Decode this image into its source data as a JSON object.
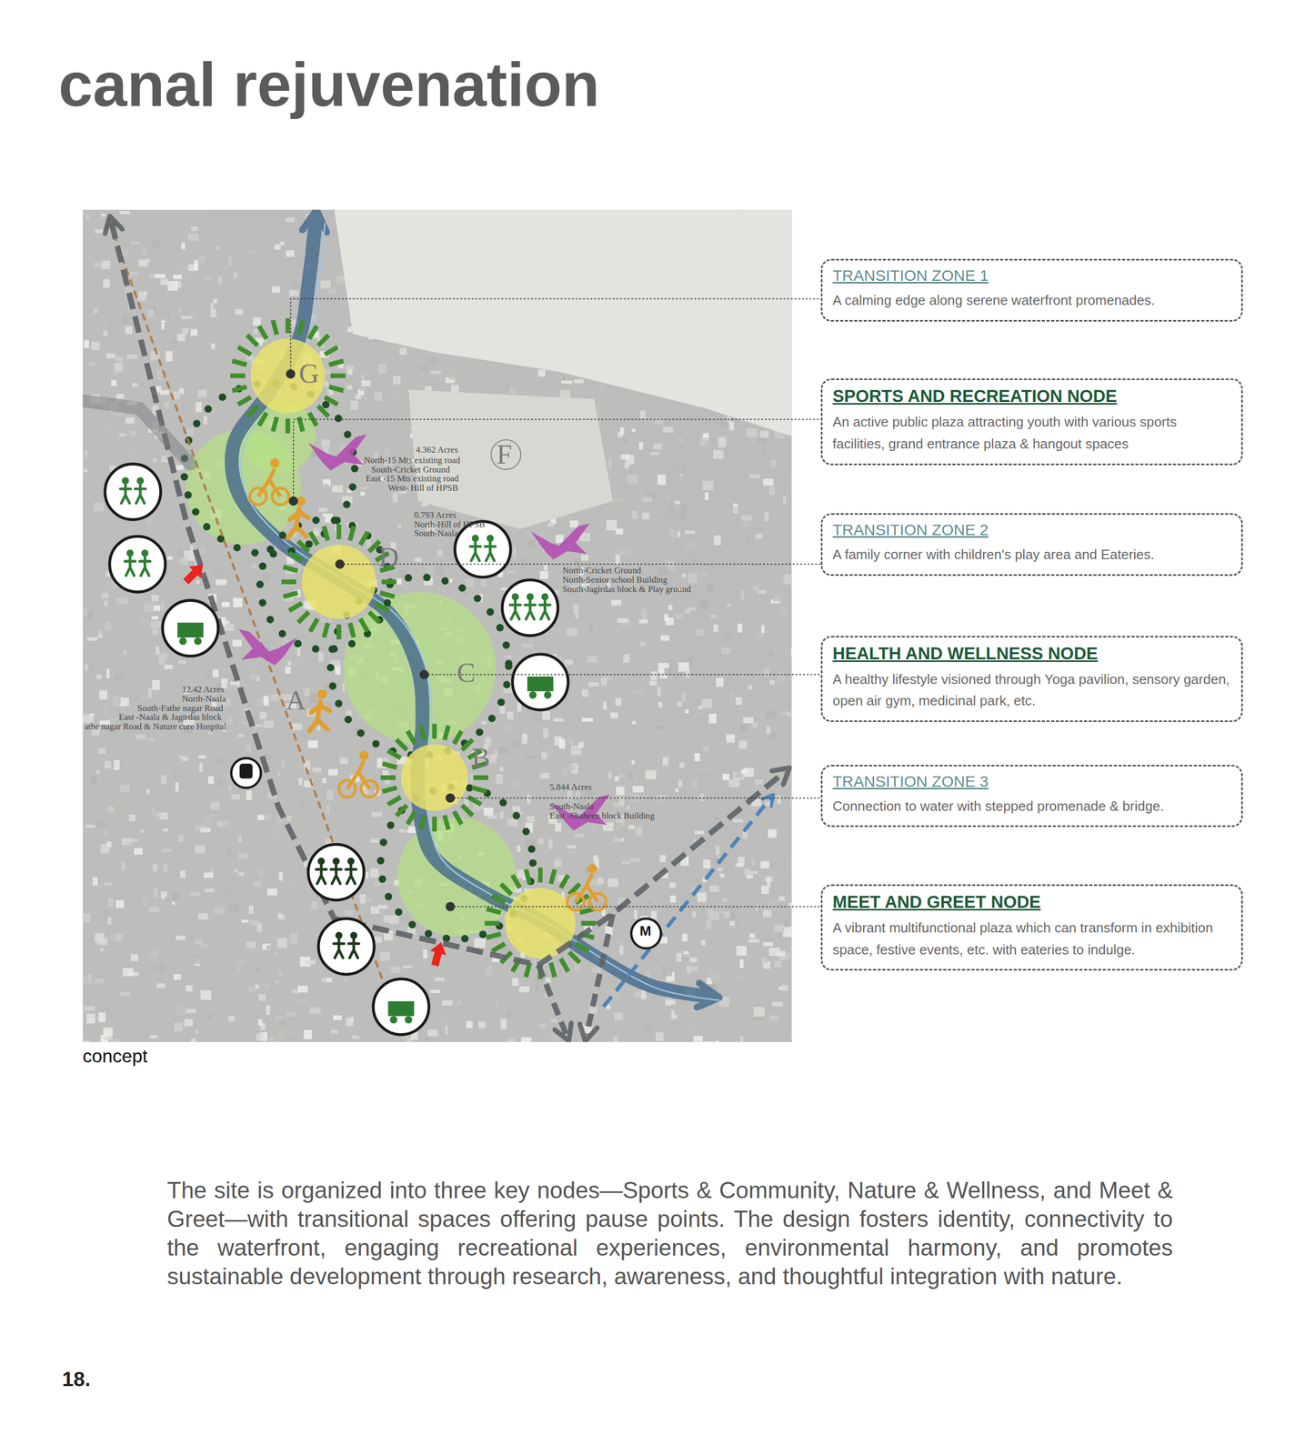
{
  "diagram": {
    "title": "canal rejuvenation",
    "caption": "The site is organized into three key nodes—Sports & Community, Nature & Wellness, and Meet & Greet—with transitional spaces offering pause points. The design fosters identity, connectivity to the waterfront, engaging recreational experiences, environmental harmony, and promotes sustainable development through research, awareness, and thoughtful integration with nature.",
    "nodes": [
      {
        "text": [
          "TRANSITION ZONE 1",
          "A calming edge along serene waterfront promenades."
        ]
      },
      {
        "text": [
          "SPORTS AND RECREATION NODE",
          "An active public plaza attracting youth with various sports facilities, grand entrance plaza & hangout spaces"
        ]
      },
      {
        "text": [
          "TRANSITION ZONE 2",
          "A family corner with children's play area and Eateries."
        ]
      },
      {
        "text": [
          "HEALTH AND WELLNESS NODE",
          "A healthy lifestyle visioned through Yoga pavilion, sensory garden, open air gym, medicinal park, etc."
        ]
      },
      {
        "text": [
          "TRANSITION ZONE 3",
          "Connection to water with stepped promenade & bridge."
        ]
      },
      {
        "text": [
          "MEET AND GREET NODE",
          "A vibrant multifunctional plaza which can transform in exhibition space, festive events, etc. with eateries to indulge."
        ]
      }
    ],
    "labels": [
      "concept",
      "18.",
      "G",
      "F",
      "D",
      "C",
      "B",
      "A",
      "M",
      "12.42 Acres",
      "North-Naala",
      "South-Fathe nagar Road",
      "East -Naala & Jagirdas block",
      "athe nagar Road & Nature cure Hospital",
      "4.362 Acres",
      "North-15 Mts existing road",
      "South-Cricket Ground",
      "East -15 Mts existing road",
      "West- Hill of HPSB",
      "0.793 Acres",
      "North-Hill of HPSB",
      "South-Naala",
      "North-Cricket Ground",
      "North-Senior school Building",
      "South-Jagirdas block & Play ground",
      "5.844 Acres",
      "South-Naala",
      "East -Shaheen block Building"
    ]
  }
}
